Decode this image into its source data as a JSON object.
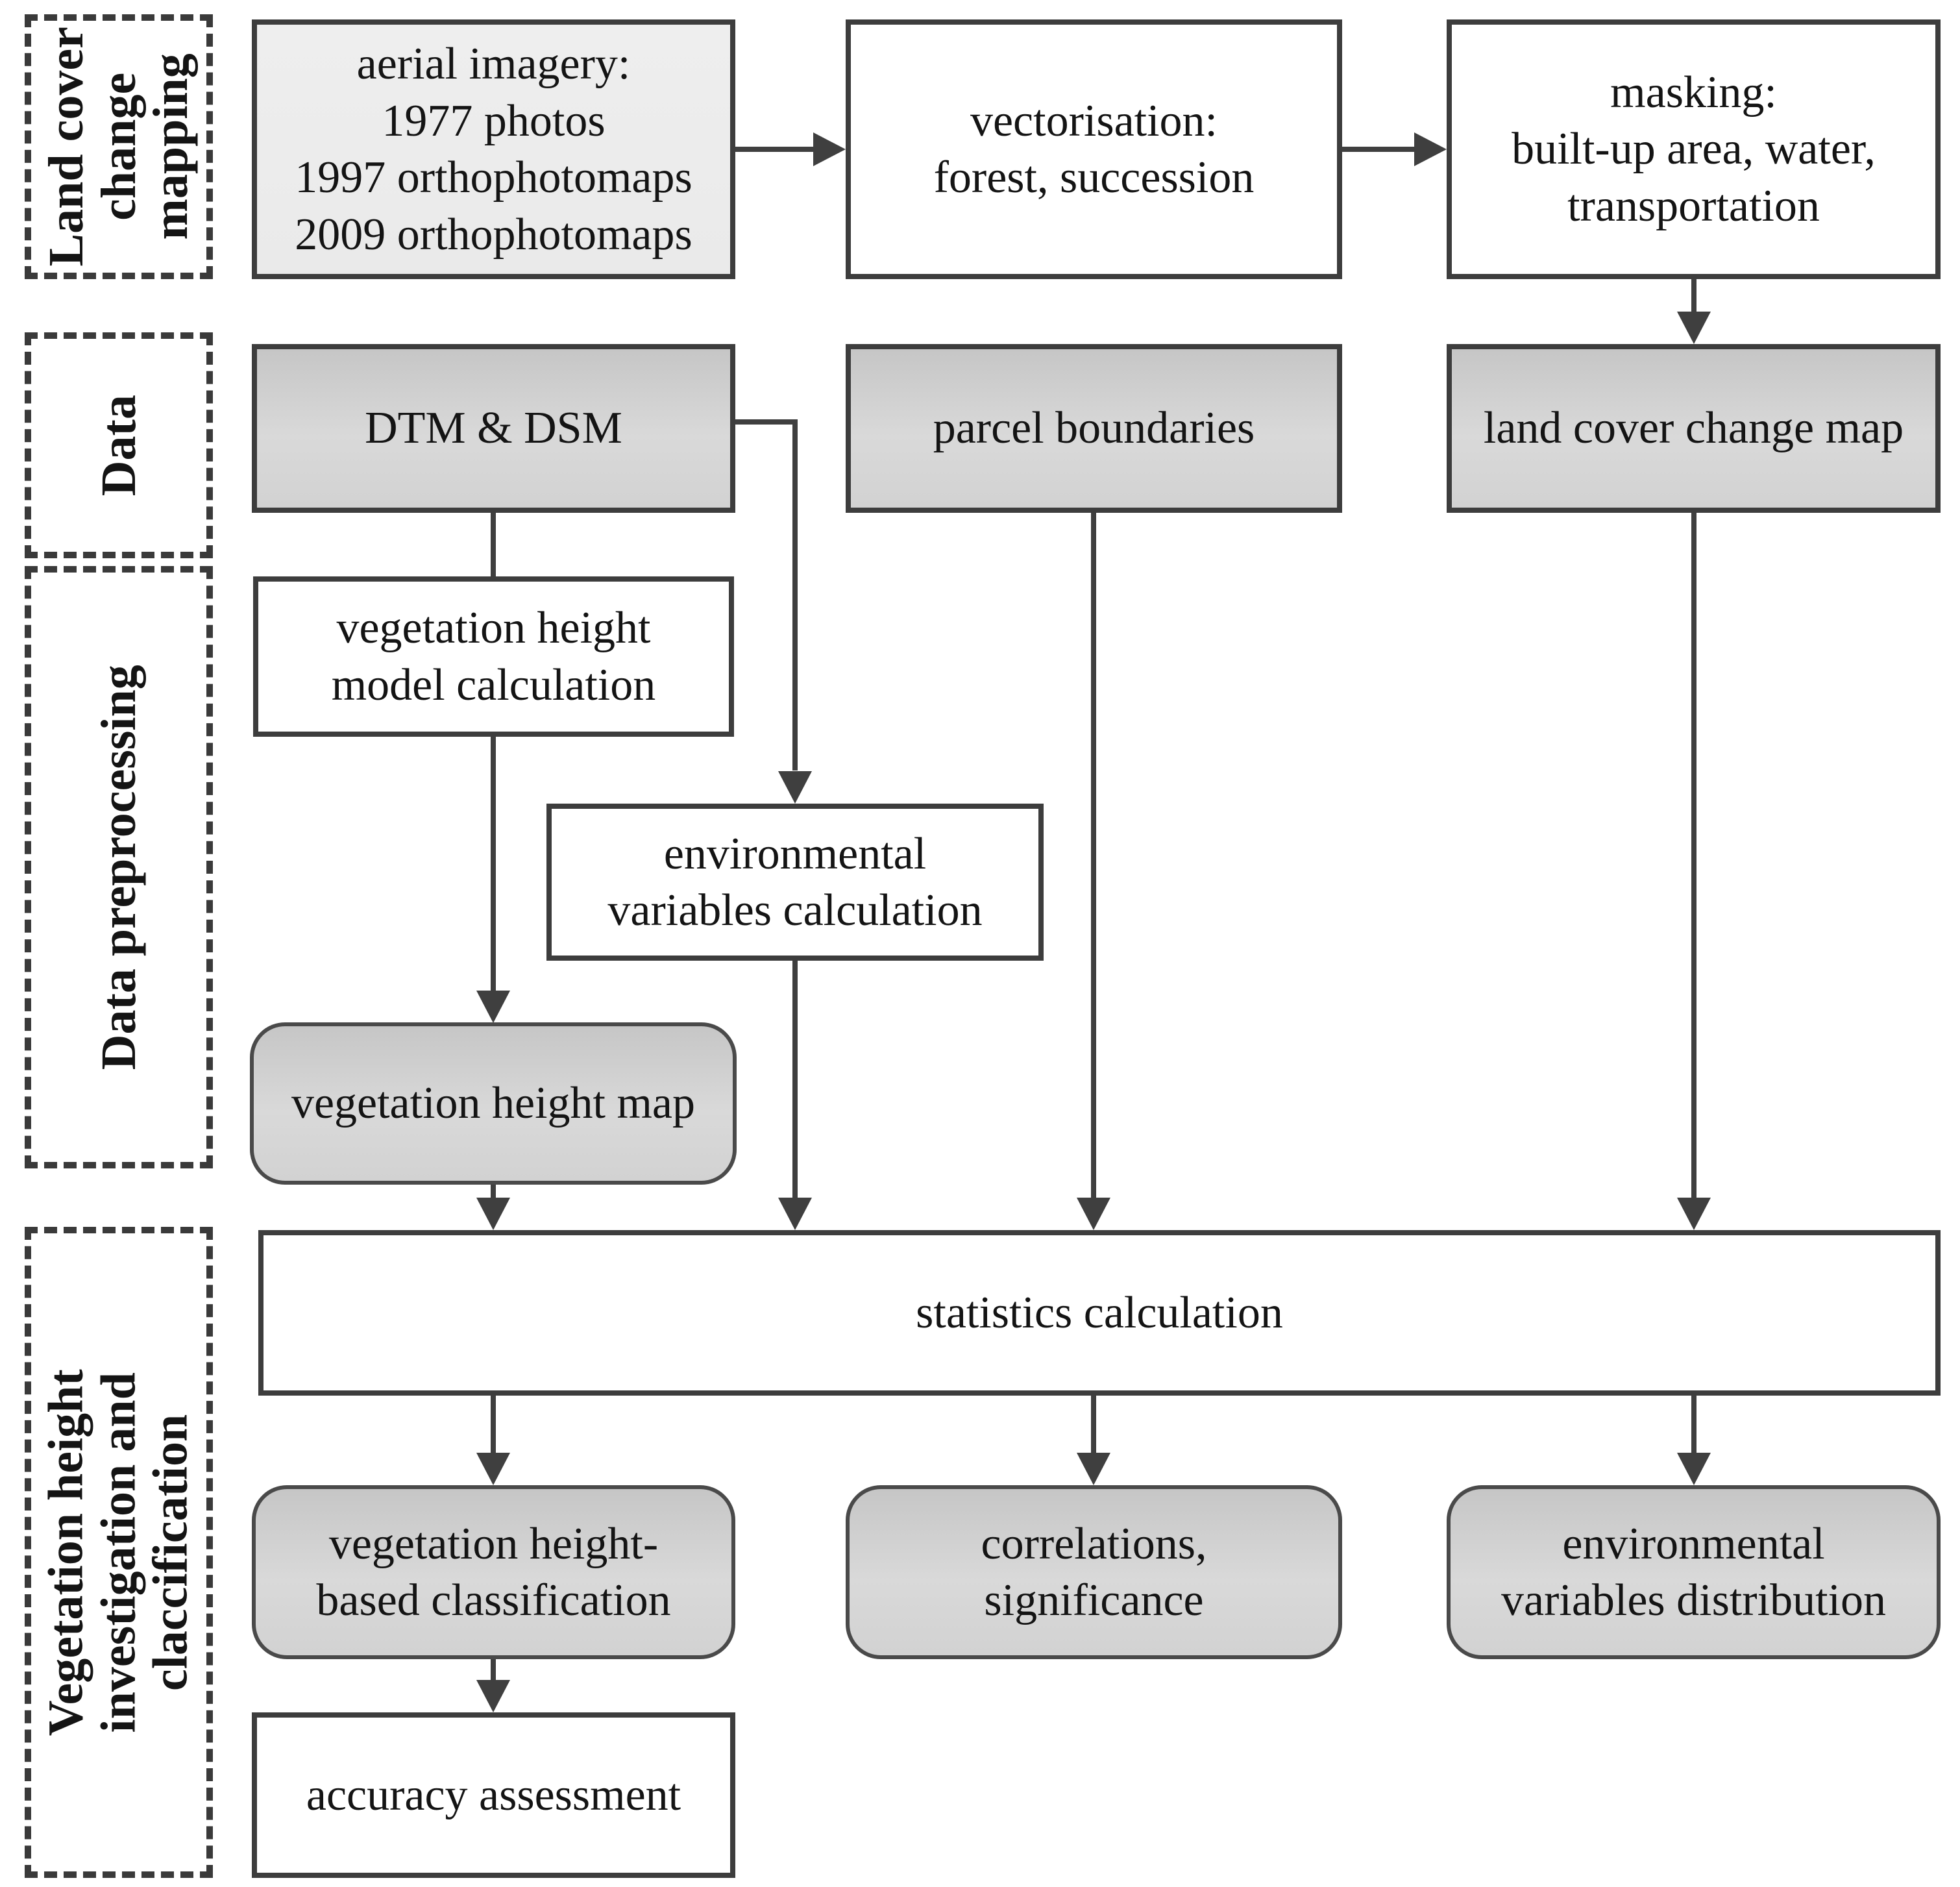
{
  "side_labels": {
    "land_cover_change_mapping": {
      "line1": "Land cover",
      "line2": "change",
      "line3": "mapping"
    },
    "data": {
      "line1": "Data"
    },
    "data_preprocessing": {
      "line1": "Data preprocessing"
    },
    "vegetation_height_investigation": {
      "line1": "Vegetation height",
      "line2": "investigation and",
      "line3": "claccification"
    }
  },
  "nodes": {
    "aerial_imagery": {
      "line1": "aerial imagery:",
      "line2": "1977 photos",
      "line3": "1997 orthophotomaps",
      "line4": "2009 orthophotomaps"
    },
    "vectorisation": {
      "line1": "vectorisation:",
      "line2": "forest, succession"
    },
    "masking": {
      "line1": "masking:",
      "line2": "built-up area, water,",
      "line3": "transportation"
    },
    "dtm_dsm": {
      "line1": "DTM & DSM"
    },
    "parcel_boundaries": {
      "line1": "parcel boundaries"
    },
    "land_cover_change_map": {
      "line1": "land cover change map"
    },
    "vegetation_height_model_calculation": {
      "line1": "vegetation height",
      "line2": "model calculation"
    },
    "environmental_variables_calculation": {
      "line1": "environmental",
      "line2": "variables calculation"
    },
    "vegetation_height_map": {
      "line1": "vegetation height map"
    },
    "statistics_calculation": {
      "line1": "statistics calculation"
    },
    "vegetation_height_based_classification": {
      "line1": "vegetation height-",
      "line2": "based classification"
    },
    "correlations_significance": {
      "line1": "correlations,",
      "line2": "significance"
    },
    "environmental_variables_distribution": {
      "line1": "environmental",
      "line2": "variables distribution"
    },
    "accuracy_assessment": {
      "line1": "accuracy assessment"
    }
  },
  "colors": {
    "border": "#3d3d3d",
    "dashed_border": "#3a3a3a",
    "arrow": "#3f3f3f",
    "fill_white": "#ffffff",
    "fill_light_gray": "#ececec",
    "fill_gray_top": "#c6c6c6",
    "fill_gray_bottom": "#d9d9d9",
    "text": "#141414"
  }
}
